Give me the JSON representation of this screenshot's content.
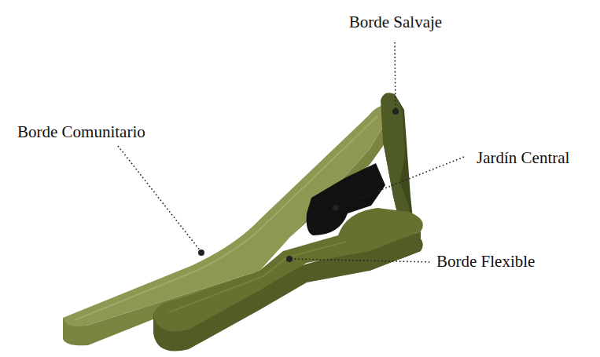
{
  "diagram": {
    "labels": [
      "Borde Salvaje",
      "Borde Comunitario",
      "Jardín Central",
      "Borde Flexible"
    ]
  }
}
